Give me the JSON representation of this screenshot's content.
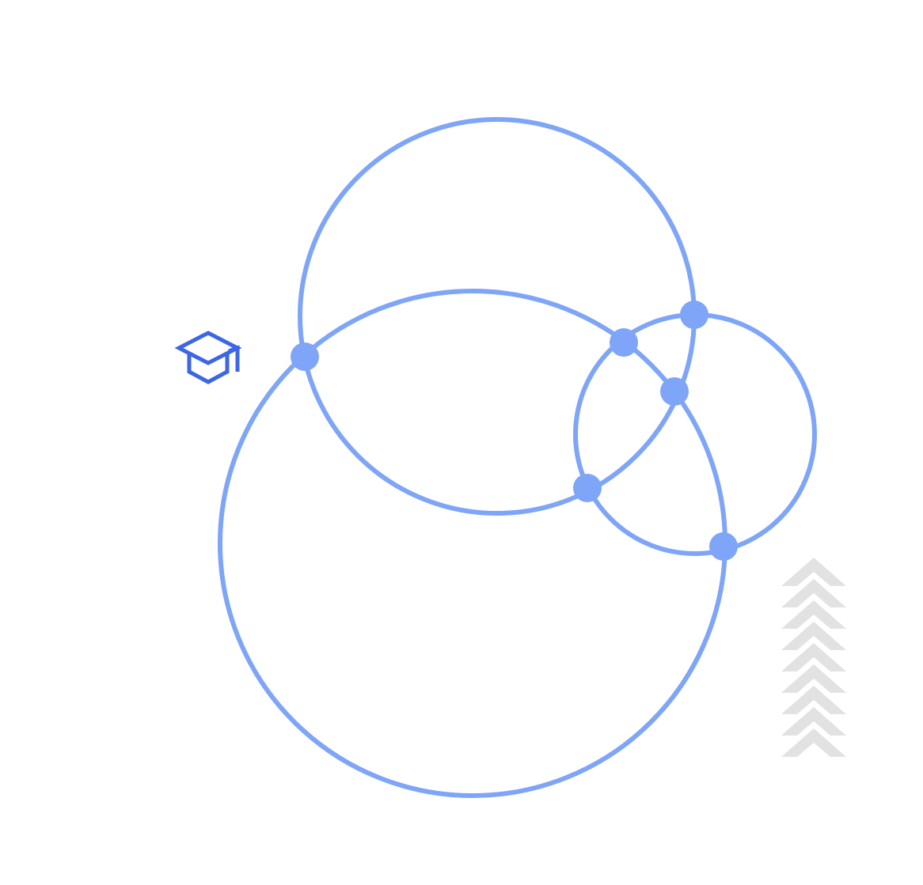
{
  "diagram": {
    "title": "",
    "circles": [
      {
        "id": "circle-top"
      },
      {
        "id": "circle-large"
      },
      {
        "id": "circle-right"
      }
    ],
    "nodes_count": 6
  },
  "icons": {
    "graduation": {
      "name": "graduation-cap-icon"
    },
    "chevrons": {
      "name": "chevron-stack-icon",
      "count": 9
    }
  },
  "colors": {
    "background": "#ffffff",
    "circle_stroke": "#7ea5f7",
    "node_fill": "#7ea5f7",
    "icon_stroke": "#3d66e6",
    "chevron_fill": "#e2e2e2"
  }
}
